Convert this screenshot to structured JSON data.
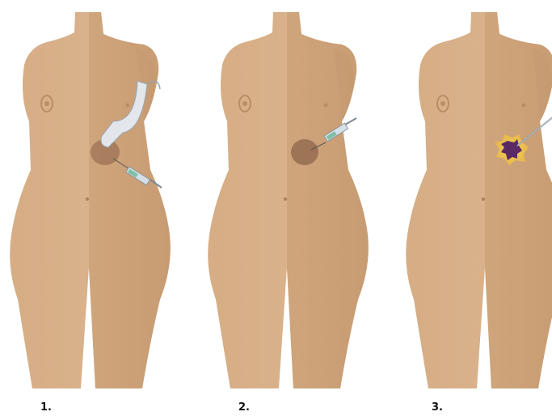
{
  "figure": {
    "colors": {
      "skin": "#d9b38c",
      "skin_shadow": "#c49a72",
      "nipple": "#b98e66",
      "lesion": "#8a6048",
      "needle_body": "#d6dee6",
      "needle_fluid": "#7cc0a6",
      "probe": "#e3e7ec",
      "ablation_halo": "#f0d35a",
      "ablation_core": "#5b2a63"
    },
    "steps": [
      {
        "label": "1.",
        "tools": [
          "ultrasound-probe",
          "syringe"
        ]
      },
      {
        "label": "2.",
        "tools": [
          "syringe"
        ]
      },
      {
        "label": "3.",
        "tools": [
          "ablation-needle"
        ]
      }
    ]
  }
}
